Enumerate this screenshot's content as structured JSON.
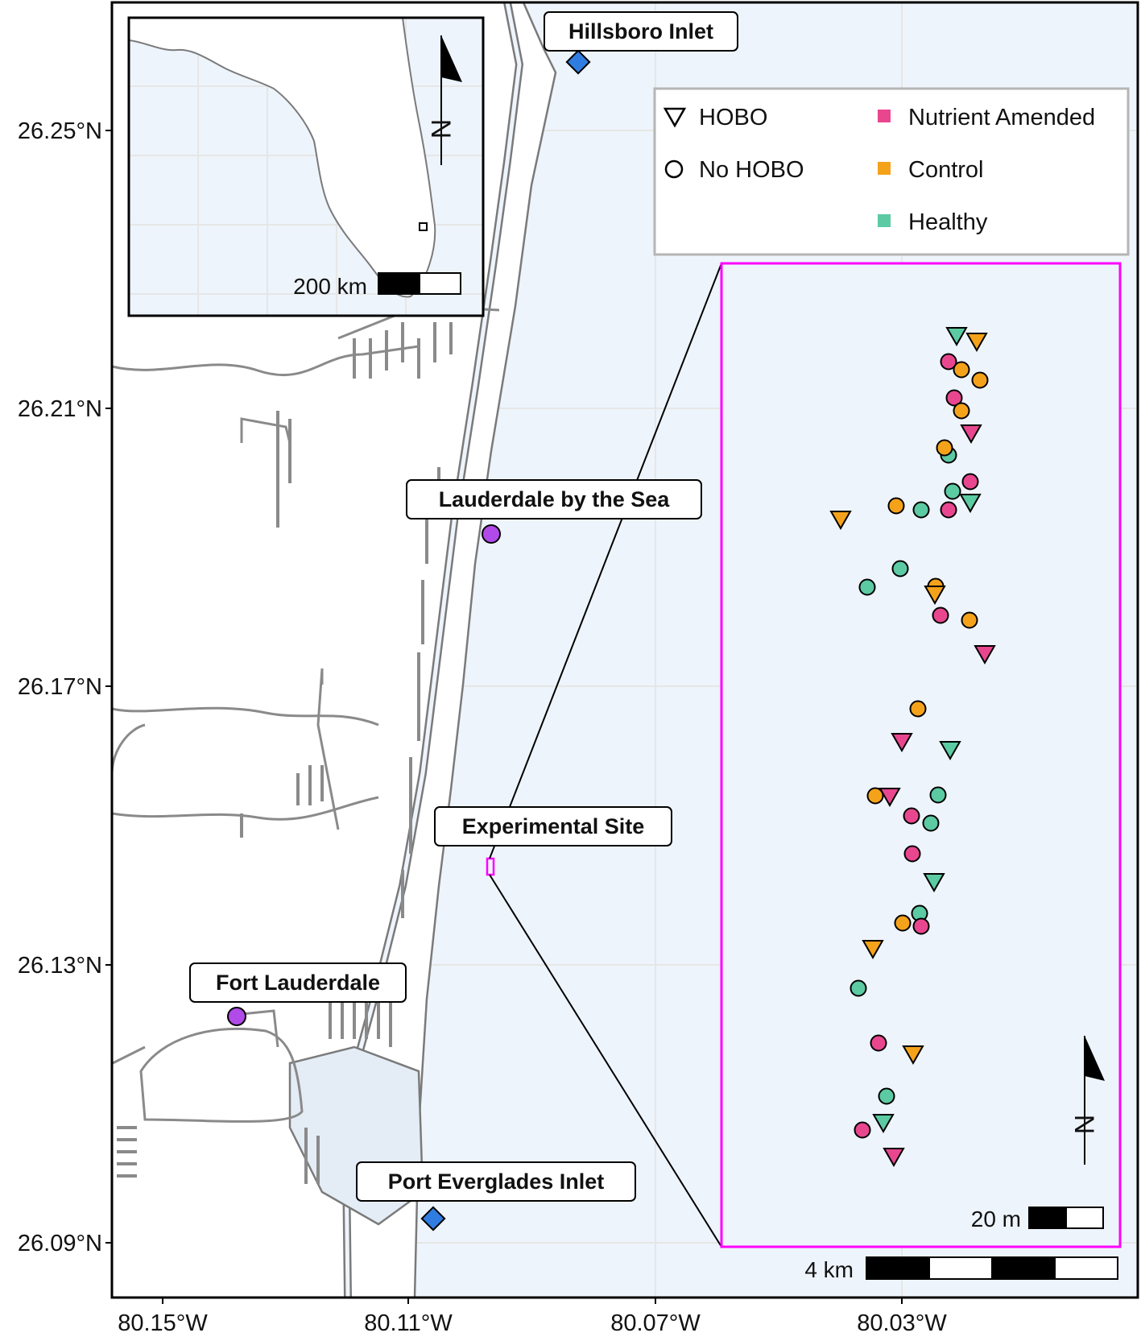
{
  "colors": {
    "sea": "#eef4fb",
    "land": "#ffffff",
    "coast": "#7a7a7a",
    "grid": "#e6e6e6",
    "frame": "#000000",
    "inset_border": "#ff00ff",
    "nutrient_amended": "#e8478f",
    "control": "#f5a21b",
    "healthy": "#5ccaa3",
    "town": "#b04ae8",
    "inlet": "#2f7de0"
  },
  "axes": {
    "x_ticks": [
      "80.15°W",
      "80.11°W",
      "80.07°W",
      "80.03°W"
    ],
    "y_ticks": [
      "26.25°N",
      "26.21°N",
      "26.17°N",
      "26.13°N",
      "26.09°N"
    ]
  },
  "places": [
    {
      "name": "Hillsboro Inlet",
      "kind": "inlet"
    },
    {
      "name": "Lauderdale by the Sea",
      "kind": "town"
    },
    {
      "name": "Experimental Site",
      "kind": "site"
    },
    {
      "name": "Fort Lauderdale",
      "kind": "town"
    },
    {
      "name": "Port Everglades Inlet",
      "kind": "inlet"
    }
  ],
  "legend": {
    "shapes": [
      "HOBO",
      "No HOBO"
    ],
    "treatments": [
      "Nutrient Amended",
      "Control",
      "Healthy"
    ]
  },
  "inset": {
    "scale_label": "200 km",
    "north_label": "N"
  },
  "zoom": {
    "scale_label": "20 m",
    "north_label": "N"
  },
  "main_scale_label": "4 km",
  "site_markers": [
    {
      "hobo": true,
      "treatment": "healthy"
    },
    {
      "hobo": true,
      "treatment": "control"
    },
    {
      "hobo": false,
      "treatment": "nutrient_amended"
    },
    {
      "hobo": false,
      "treatment": "control"
    },
    {
      "hobo": false,
      "treatment": "control"
    },
    {
      "hobo": false,
      "treatment": "nutrient_amended"
    },
    {
      "hobo": false,
      "treatment": "control"
    },
    {
      "hobo": true,
      "treatment": "nutrient_amended"
    },
    {
      "hobo": false,
      "treatment": "healthy"
    },
    {
      "hobo": false,
      "treatment": "control"
    },
    {
      "hobo": false,
      "treatment": "nutrient_amended"
    },
    {
      "hobo": false,
      "treatment": "healthy"
    },
    {
      "hobo": true,
      "treatment": "healthy"
    },
    {
      "hobo": false,
      "treatment": "control"
    },
    {
      "hobo": false,
      "treatment": "healthy"
    },
    {
      "hobo": false,
      "treatment": "nutrient_amended"
    },
    {
      "hobo": true,
      "treatment": "control"
    },
    {
      "hobo": false,
      "treatment": "healthy"
    },
    {
      "hobo": false,
      "treatment": "control"
    },
    {
      "hobo": false,
      "treatment": "healthy"
    },
    {
      "hobo": true,
      "treatment": "control"
    },
    {
      "hobo": false,
      "treatment": "nutrient_amended"
    },
    {
      "hobo": false,
      "treatment": "control"
    },
    {
      "hobo": true,
      "treatment": "nutrient_amended"
    },
    {
      "hobo": false,
      "treatment": "control"
    },
    {
      "hobo": true,
      "treatment": "nutrient_amended"
    },
    {
      "hobo": true,
      "treatment": "healthy"
    },
    {
      "hobo": false,
      "treatment": "control"
    },
    {
      "hobo": true,
      "treatment": "nutrient_amended"
    },
    {
      "hobo": false,
      "treatment": "healthy"
    },
    {
      "hobo": false,
      "treatment": "nutrient_amended"
    },
    {
      "hobo": false,
      "treatment": "healthy"
    },
    {
      "hobo": false,
      "treatment": "nutrient_amended"
    },
    {
      "hobo": true,
      "treatment": "healthy"
    },
    {
      "hobo": false,
      "treatment": "healthy"
    },
    {
      "hobo": false,
      "treatment": "control"
    },
    {
      "hobo": false,
      "treatment": "nutrient_amended"
    },
    {
      "hobo": true,
      "treatment": "control"
    },
    {
      "hobo": false,
      "treatment": "healthy"
    },
    {
      "hobo": false,
      "treatment": "nutrient_amended"
    },
    {
      "hobo": true,
      "treatment": "control"
    },
    {
      "hobo": false,
      "treatment": "healthy"
    },
    {
      "hobo": true,
      "treatment": "healthy"
    },
    {
      "hobo": false,
      "treatment": "nutrient_amended"
    },
    {
      "hobo": true,
      "treatment": "nutrient_amended"
    }
  ]
}
